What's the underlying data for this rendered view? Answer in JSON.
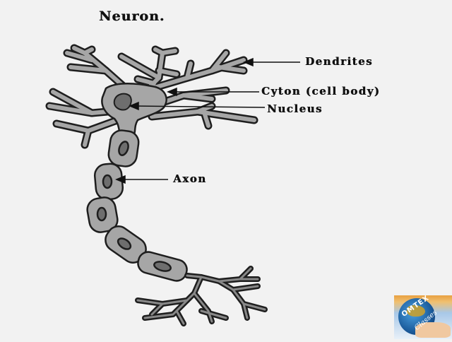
{
  "title": "Neuron.",
  "labels": {
    "dendrites": "Dendrites",
    "cyton": "Cyton (cell body)",
    "nucleus": "Nucleus",
    "axon": "Axon"
  },
  "logo": {
    "brand": "OMTEX",
    "sub": "Classes"
  },
  "colors": {
    "background": "#f2f2f2",
    "cell_fill": "#a6a6a6",
    "outline": "#1e1e1e",
    "nucleus_fill": "#6e6e6e",
    "text": "#111111"
  }
}
